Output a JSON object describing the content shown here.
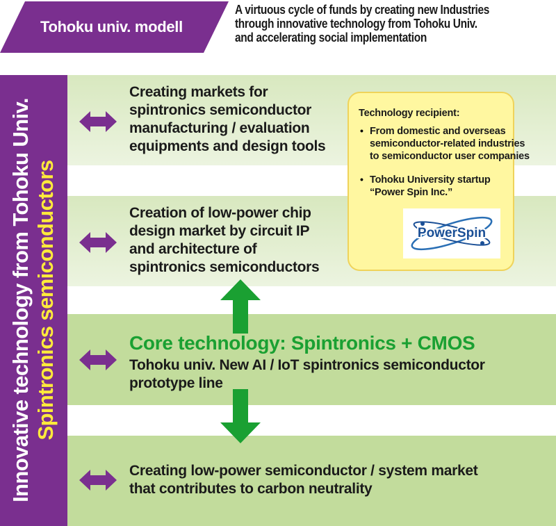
{
  "header": {
    "model_label": "Tohoku univ. modell",
    "intro_lines": [
      "A virtuous cycle of funds by creating new Industries",
      "through innovative technology from Tohoku Univ.",
      "and accelerating social implementation"
    ]
  },
  "sidebar": {
    "line1": "Innovative technology from Tohoku Univ.",
    "line2": "Spintronics semiconductors"
  },
  "bands": [
    {
      "lines": [
        "Creating markets for",
        "spintronics semiconductor",
        "manufacturing / evaluation",
        "equipments and design tools"
      ]
    },
    {
      "lines": [
        "Creation of low-power chip",
        "design market by circuit IP",
        "and architecture of",
        "spintronics semiconductors"
      ]
    },
    {
      "title": "Core technology: Spintronics + CMOS",
      "lines": [
        "Tohoku univ. New AI / IoT spintronics semiconductor",
        "prototype line"
      ]
    },
    {
      "lines": [
        "Creating low-power semiconductor / system market",
        "that contributes to carbon neutrality"
      ]
    }
  ],
  "recipient": {
    "heading": "Technology recipient:",
    "items": [
      {
        "lines": [
          "From domestic and overseas",
          "semiconductor-related industries",
          "to semiconductor user companies"
        ]
      },
      {
        "lines": [
          "Tohoku University startup",
          "“Power Spin Inc.”"
        ]
      }
    ],
    "logo_text": "PowerSpin"
  },
  "colors": {
    "purple": "#7a2f8f",
    "yellow_text": "#ffea3b",
    "core_green": "#1aa032",
    "band_light": "#d8e8bf",
    "band_dark": "#c2dc9c",
    "note_fill": "#fff7a0"
  },
  "icons": {
    "double_arrow": "double-arrow-icon",
    "up_arrow": "up-arrow-icon",
    "down_arrow": "down-arrow-icon"
  }
}
